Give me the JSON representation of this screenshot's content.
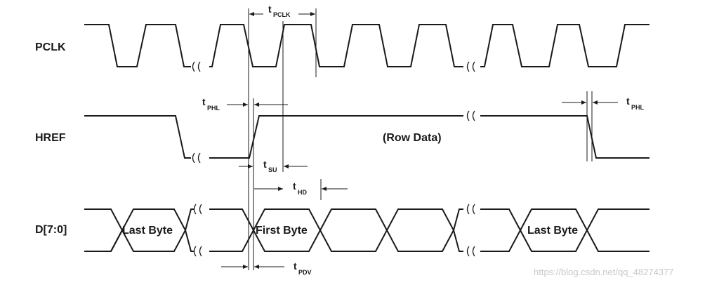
{
  "signals": {
    "pclk": "PCLK",
    "href": "HREF",
    "data": "D[7:0]"
  },
  "timing_params": {
    "pclk_period": {
      "main": "t",
      "sub": "PCLK"
    },
    "phl_start": {
      "main": "t",
      "sub": "PHL"
    },
    "phl_end": {
      "main": "t",
      "sub": "PHL"
    },
    "setup": {
      "main": "t",
      "sub": "SU"
    },
    "hold": {
      "main": "t",
      "sub": "HD"
    },
    "pdv": {
      "main": "t",
      "sub": "PDV"
    }
  },
  "bytes": {
    "last_byte_1": "Last Byte",
    "first_byte": "First Byte",
    "last_byte_2": "Last Byte"
  },
  "row_data": "(Row Data)",
  "watermark": "https://blog.csdn.net/qq_48274377",
  "colors": {
    "line": "#1a1a1a",
    "watermark": "#c8c8c8"
  }
}
